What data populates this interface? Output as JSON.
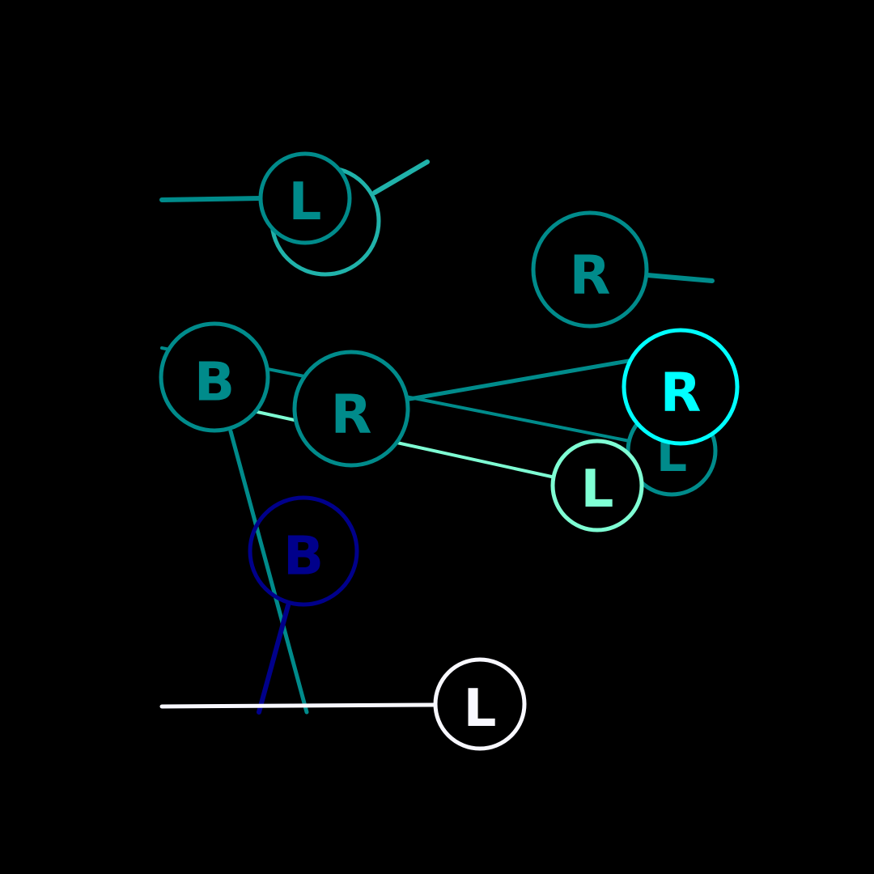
{
  "background": "#000000",
  "nodes": [
    {
      "id": "n1",
      "label": "",
      "color": "#20B2AA"
    },
    {
      "id": "n2",
      "label": "L",
      "color": "#008B8B"
    },
    {
      "id": "n3",
      "label": "R",
      "color": "#008B8B"
    },
    {
      "id": "n4",
      "label": "B",
      "color": "#008B8B"
    },
    {
      "id": "n5",
      "label": "R",
      "color": "#008B8B"
    },
    {
      "id": "n6",
      "label": "L",
      "color": "#008B8B"
    },
    {
      "id": "n7",
      "label": "R",
      "color": "#00FFFF"
    },
    {
      "id": "n8",
      "label": "L",
      "color": "#7FFFD4"
    },
    {
      "id": "n9",
      "label": "B",
      "color": "#00008B"
    },
    {
      "id": "n10",
      "label": "L",
      "color": "#F8F8FF"
    }
  ],
  "edges": [
    {
      "id": "e1",
      "color": "#20B2AA"
    },
    {
      "id": "e2",
      "color": "#008B8B"
    },
    {
      "id": "e3",
      "color": "#008B8B"
    },
    {
      "id": "e4",
      "color": "#008B8B"
    },
    {
      "id": "e5",
      "color": "#7FFFD4"
    },
    {
      "id": "e6",
      "color": "#008B8B"
    },
    {
      "id": "e7",
      "color": "#008B8B"
    },
    {
      "id": "e8",
      "color": "#00008B"
    },
    {
      "id": "e9",
      "color": "#F8F8FF"
    }
  ]
}
